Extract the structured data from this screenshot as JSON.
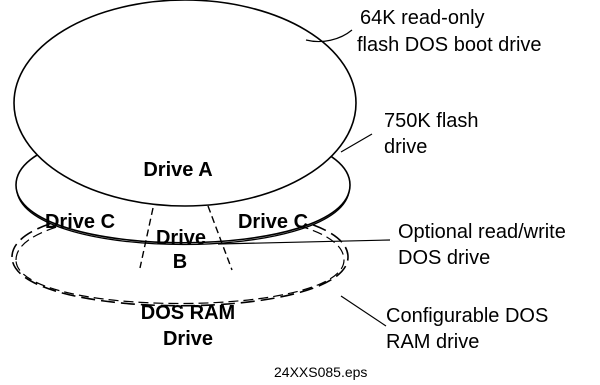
{
  "diagram": {
    "drive_a_label": "Drive A",
    "drive_c_left_label": "Drive C",
    "drive_c_right_label": "Drive C",
    "drive_b_label_line1": "Drive",
    "drive_b_label_line2": "B",
    "dos_ram_label_line1": "DOS RAM",
    "dos_ram_label_line2": "Drive",
    "callouts": {
      "boot_drive_line1": "64K read-only",
      "boot_drive_line2": "flash DOS boot drive",
      "flash_drive_line1": "750K flash",
      "flash_drive_line2": "drive",
      "optional_rw_line1": "Optional read/write",
      "optional_rw_line2": "DOS drive",
      "configurable_line1": "Configurable DOS",
      "configurable_line2": "RAM drive"
    },
    "filename": "24XXS085.eps"
  },
  "colors": {
    "stroke": "#000000",
    "background": "#ffffff"
  }
}
